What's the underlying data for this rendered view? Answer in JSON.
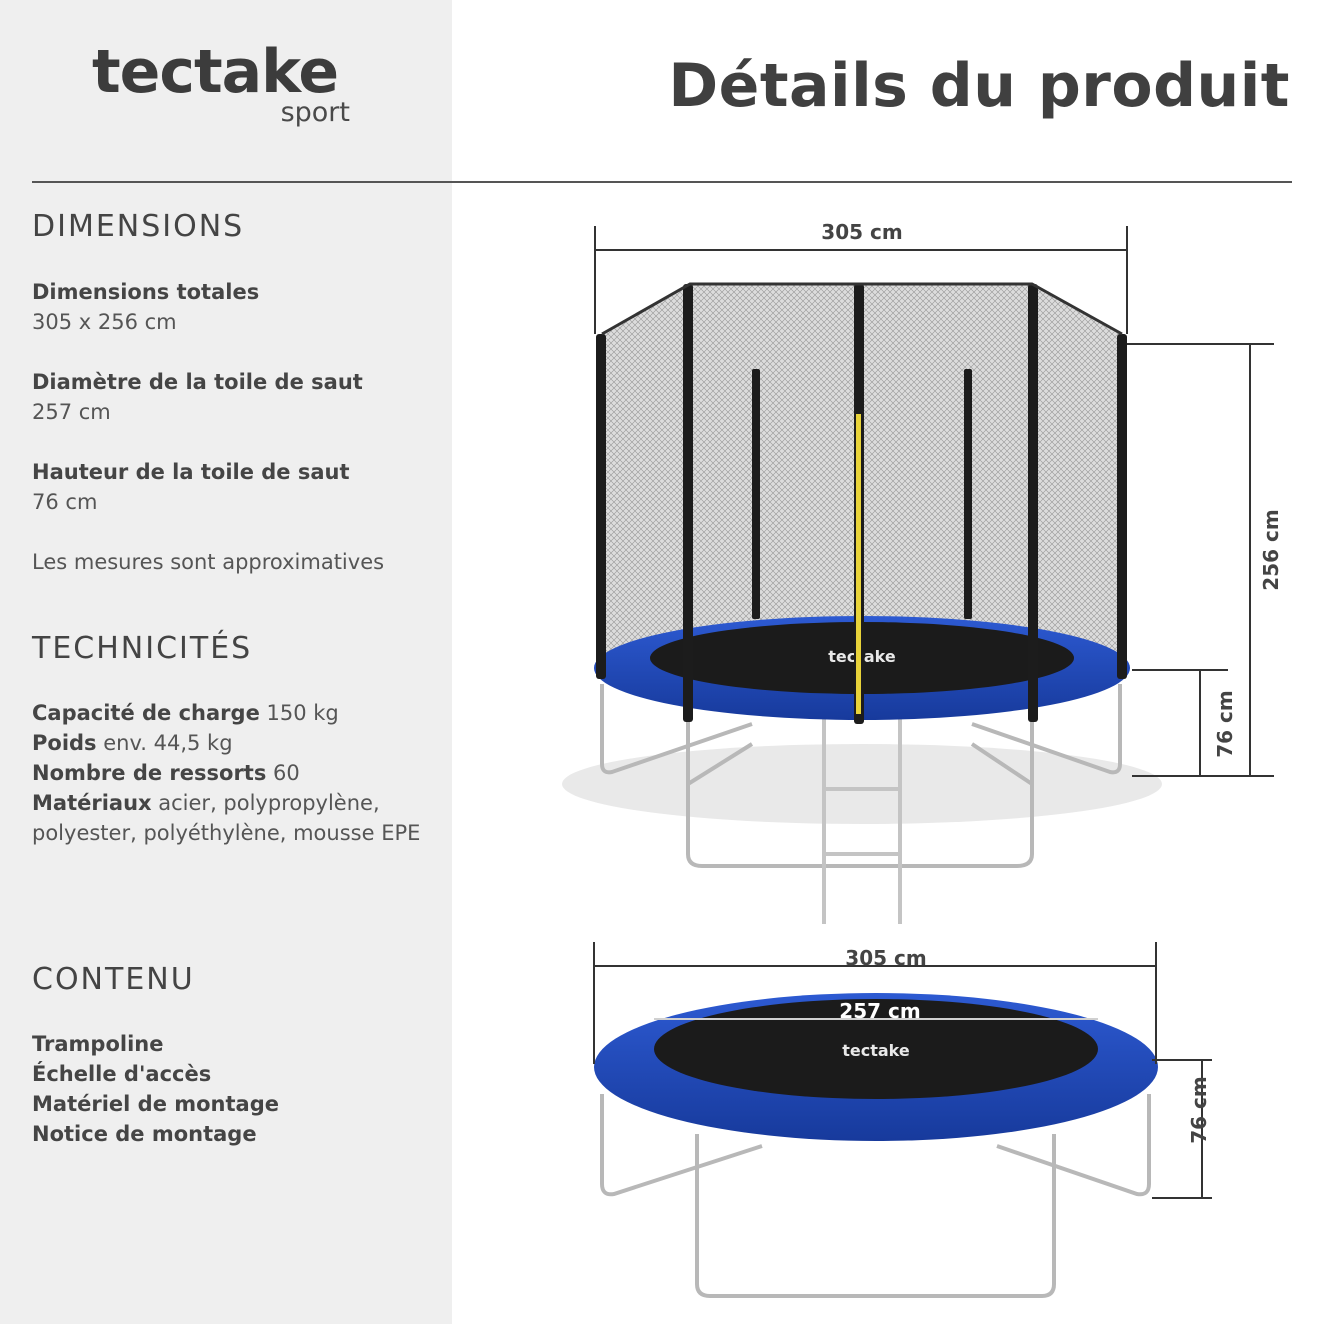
{
  "brand": {
    "name": "tectake",
    "sub": "sport"
  },
  "page_title": "Détails du produit",
  "dimensions": {
    "heading": "DIMENSIONS",
    "items": [
      {
        "label": "Dimensions totales",
        "value": "305 x 256 cm"
      },
      {
        "label": "Diamètre de la toile de saut",
        "value": "257 cm"
      },
      {
        "label": "Hauteur de la toile de saut",
        "value": "76 cm"
      }
    ],
    "note": "Les mesures sont approximatives"
  },
  "technical": {
    "heading": "TECHNICITÉS",
    "items": [
      {
        "label": "Capacité de charge",
        "value": "150 kg"
      },
      {
        "label": "Poids",
        "value": "env. 44,5 kg"
      },
      {
        "label": "Nombre de ressorts",
        "value": "60"
      },
      {
        "label": "Matériaux",
        "value": "acier, polypropylène, polyester,  polyéthylène, mousse EPE"
      }
    ]
  },
  "contents": {
    "heading": "CONTENU",
    "items": [
      "Trampoline",
      "Échelle d'accès",
      "Matériel de montage",
      "Notice de montage"
    ]
  },
  "diagram_top": {
    "width_label": "305 cm",
    "total_height_label": "256 cm",
    "mat_height_label": "76 cm",
    "mat_brand": "tectake"
  },
  "diagram_bottom": {
    "width_label": "305 cm",
    "mat_diameter_label": "257 cm",
    "mat_height_label": "76 cm",
    "mat_brand": "tectake"
  },
  "colors": {
    "sidebar_bg": "#efefef",
    "pad_blue": "#1f49b8",
    "mat_black": "#1b1b1b",
    "net_grey": "#bdbdbd"
  }
}
